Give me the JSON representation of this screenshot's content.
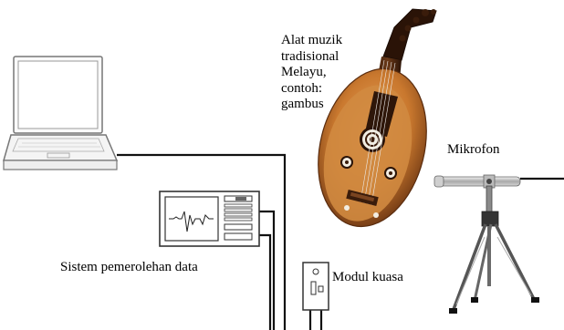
{
  "labels": {
    "instrument": [
      "Alat muzik",
      "tradisional",
      "Melayu,",
      "contoh:",
      "gambus"
    ],
    "microphone": "Mikrofon",
    "daq_system": "Sistem pemerolehan data",
    "power_module": "Modul kuasa"
  },
  "colors": {
    "cable": "#111111",
    "oud_wood": "#c9782e",
    "oud_dark": "#4a2410",
    "rosette": "#f2ede2",
    "outline": "#555555",
    "screen_trace": "#222222"
  },
  "icons": [
    "laptop-icon",
    "data-acquisition-unit-icon",
    "oud-gambus-icon",
    "microphone-icon",
    "tripod-icon",
    "power-module-icon"
  ]
}
